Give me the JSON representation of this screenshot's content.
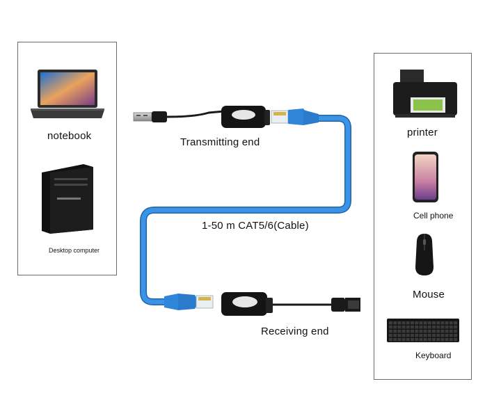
{
  "left_devices": {
    "notebook": "notebook",
    "desktop": "Desktop computer"
  },
  "right_devices": {
    "printer": "printer",
    "phone": "Cell phone",
    "mouse": "Mouse",
    "keyboard": "Keyboard"
  },
  "labels": {
    "transmitting": "Transmitting end",
    "cable": "1-50 m CAT5/6(Cable)",
    "receiving": "Receiving end"
  },
  "colors": {
    "cable": "#2f86d9",
    "cable_edge": "#1f64ad",
    "panel_border": "#6b6b6b",
    "usb_black": "#1a1a1a"
  }
}
